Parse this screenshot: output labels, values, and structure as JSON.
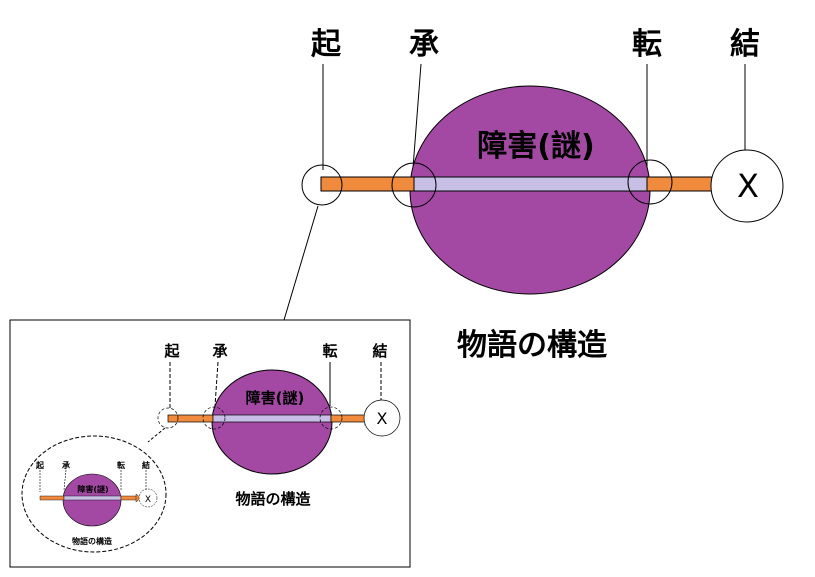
{
  "labels": {
    "ki": "起",
    "sho": "承",
    "ten": "転",
    "ketsu": "結",
    "obstacle": "障害(謎)",
    "end_mark": "X",
    "caption": "物語の構造"
  },
  "colors": {
    "obstacle_fill": "#A349A4",
    "arrow_fill": "#F08A3C",
    "arrow_inside": "#C8BFE7",
    "line": "#000000",
    "background": "#FFFFFF"
  }
}
